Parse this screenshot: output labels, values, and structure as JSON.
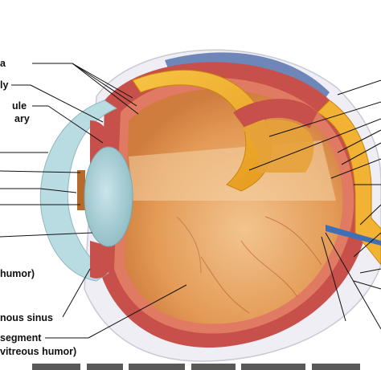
{
  "diagram": {
    "labels": [
      "a",
      "ly",
      "ule",
      "ary",
      "humor)",
      "nous sinus",
      "segment",
      "vitreous humor)"
    ],
    "colors": {
      "vitreous": "#e0964f",
      "vitreous_light": "#f2c48f",
      "choroid": "#c7504a",
      "sclera": "#eeeef4",
      "retina_fold": "#f0b028",
      "cornea": "#b9dce3",
      "lens": "#9cc7ce",
      "posterior_blue": "#6f86b8",
      "optic_nerve": "#f2b233",
      "leader_line": "#111111"
    }
  }
}
